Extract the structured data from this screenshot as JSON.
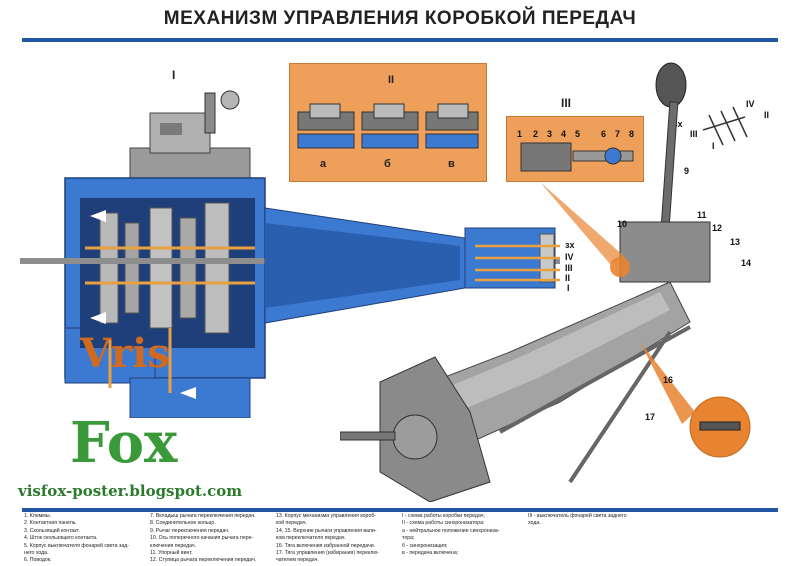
{
  "title": "МЕХАНИЗМ УПРАВЛЕНИЯ КОРОБКОЙ ПЕРЕДАЧ",
  "sections": {
    "s1": "I",
    "s2": "II",
    "s3": "III"
  },
  "sync_labels": [
    "а",
    "б",
    "в"
  ],
  "gear_labels": [
    "зх",
    "IV",
    "III",
    "II",
    "I"
  ],
  "shift_pattern": {
    "zx": "зх",
    "g1": "I",
    "g2": "II",
    "g3": "III",
    "g4": "IV"
  },
  "detail_numbers": [
    "1",
    "2",
    "3",
    "4",
    "5",
    "6",
    "7",
    "8"
  ],
  "callouts": [
    "9",
    "10",
    "11",
    "12",
    "13",
    "14",
    "16",
    "17"
  ],
  "watermark": {
    "line1": "Vris",
    "line2": "Fox",
    "url": "visfox-poster.blogspot.com"
  },
  "legend": {
    "col1": [
      "1. Клеммы.",
      "2. Контактная панель.",
      "3. Скользящий контакт.",
      "4. Шток скользящего контакта.",
      "5. Корпус выключателя фонарей света зад-",
      "него хода.",
      "6. Поводок."
    ],
    "col2": [
      "7. Вкладыш рычага переключения передач.",
      "8. Соединительное кольцо.",
      "9. Рычаг переключения передач.",
      "10. Ось поперечного качания рычага пере-",
      "ключения передач.",
      "11. Упорный винт.",
      "12. Ступица рычага переключения передач."
    ],
    "col3": [
      "13. Корпус механизма управления короб-",
      "кой передач.",
      "14, 15. Верхние рычаги управления вали-",
      "ком переключателя передач.",
      "16. Тяга включения избранной передачи.",
      "17. Тяга управления (избирания) переклю-",
      "чателем передач."
    ],
    "col4": [
      "I - схема работы коробки передач;",
      "II - схема работы синхронизатора:",
      "а - нейтральное положение синхрониза-",
      "тора;",
      "б - синхронизация;",
      "в - передача включена;"
    ],
    "col5": [
      "III - выключатель фонарей света заднего",
      "хода."
    ]
  }
}
